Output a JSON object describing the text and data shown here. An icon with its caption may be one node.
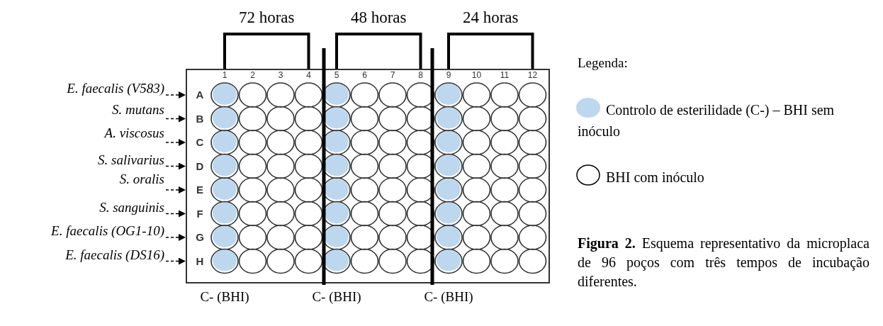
{
  "diagram": {
    "caption": "**Figura 2.** Esquema representativo da microplaca de 96 poços com três tempos de incubação diferentes.",
    "nodes": [
      {
        "text": [
          "E. faecalis (V583)"
        ]
      },
      {
        "text": [
          "S. mutans"
        ]
      },
      {
        "text": [
          "A. viscosus"
        ]
      },
      {
        "text": [
          "S. salivarius"
        ]
      },
      {
        "text": [
          "S. oralis"
        ]
      },
      {
        "text": [
          "S. sanguinis"
        ]
      },
      {
        "text": [
          "E. faecalis (OG1-10)"
        ]
      },
      {
        "text": [
          "E. faecalis (DS16)"
        ]
      },
      {
        "text": [],
        "shape": "box"
      },
      {
        "text": [
          "A"
        ],
        "in": 8
      },
      {
        "text": [
          "B"
        ],
        "in": 8
      },
      {
        "text": [
          "C"
        ],
        "in": 8
      },
      {
        "text": [
          "D"
        ],
        "in": 8
      },
      {
        "text": [
          "E"
        ],
        "in": 8
      },
      {
        "text": [
          "F"
        ],
        "in": 8
      },
      {
        "text": [
          "G"
        ],
        "in": 8
      },
      {
        "text": [
          "H"
        ],
        "in": 8
      }
    ],
    "edges": [
      {
        "from": 0,
        "to": 9,
        "arrow": "to",
        "style": "dashed"
      },
      {
        "from": 1,
        "to": 10,
        "arrow": "to",
        "style": "dashed"
      },
      {
        "from": 2,
        "to": 11,
        "arrow": "to",
        "style": "dashed"
      },
      {
        "from": 3,
        "to": 12,
        "arrow": "to",
        "style": "dashed"
      },
      {
        "from": 4,
        "to": 13,
        "arrow": "to",
        "style": "dashed"
      },
      {
        "from": 5,
        "to": 14,
        "arrow": "to",
        "style": "dashed"
      },
      {
        "from": 6,
        "to": 15,
        "arrow": "to",
        "style": "dashed"
      },
      {
        "from": 7,
        "to": 16,
        "arrow": "to",
        "style": "dashed"
      }
    ],
    "labels": [
      "72 horas",
      "48 horas",
      "24 horas",
      "Legenda:",
      "1",
      "2",
      "3",
      "4",
      "5",
      "6",
      "7",
      "8",
      "9",
      "10",
      "11",
      "12",
      "C- (BHI)",
      "C- (BHI)",
      "C- (BHI)"
    ],
    "legend": [
      {
        "text": "Controlo de esterilidade (C-) – BHI sem inóculo",
        "color": "#bdd7ee"
      },
      {
        "text": "BHI com inóculo"
      }
    ]
  }
}
